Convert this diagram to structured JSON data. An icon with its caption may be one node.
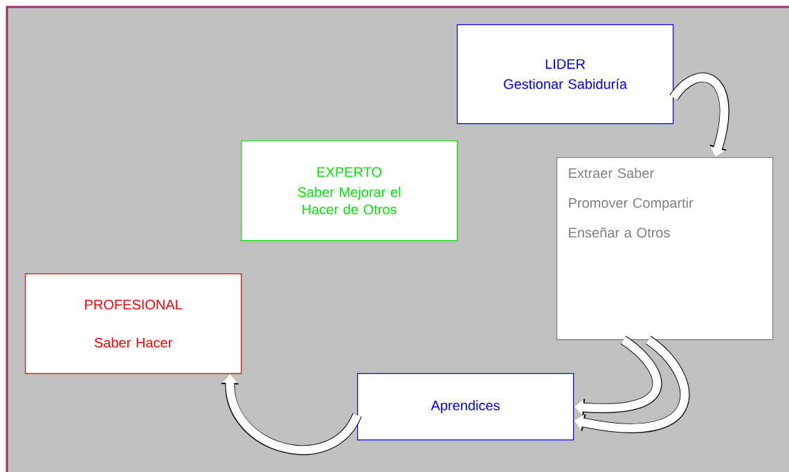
{
  "diagram": {
    "nodes": [
      {
        "text": [
          "LIDER",
          "Gestionar Sabiduría"
        ]
      },
      {
        "text": [
          "EXPERTO",
          "Saber Mejorar el Hacer de Otros"
        ]
      },
      {
        "text": [
          "Extraer Saber",
          "Promover Compartir",
          "Enseñar a Otros"
        ]
      },
      {
        "text": [
          "PROFESIONAL",
          "Saber Hacer"
        ]
      },
      {
        "text": [
          "Aprendices"
        ]
      }
    ],
    "edges": [
      {
        "from": 0,
        "to": 2,
        "arrow": "to"
      },
      {
        "from": 2,
        "to": 4,
        "arrow": "to"
      },
      {
        "from": 2,
        "to": 4,
        "arrow": "to"
      },
      {
        "from": 4,
        "to": 3,
        "arrow": "to",
        "color": "#ffffff"
      }
    ]
  }
}
